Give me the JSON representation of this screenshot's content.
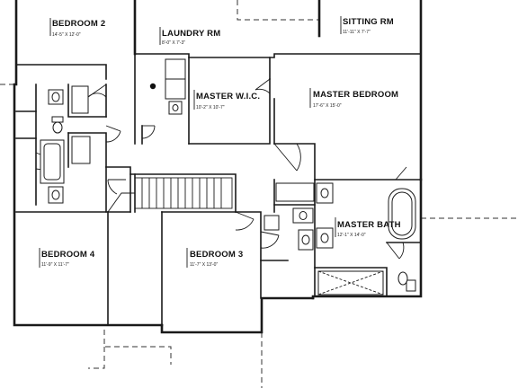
{
  "rooms": [
    {
      "id": "bedroom-2",
      "name": "BEDROOM 2",
      "dims": "14'-5\" X 12'-0\""
    },
    {
      "id": "laundry-rm",
      "name": "LAUNDRY RM",
      "dims": "8'-0\" X 7'-3\""
    },
    {
      "id": "sitting-rm",
      "name": "SITTING RM",
      "dims": "11'-11\" X 7'-7\""
    },
    {
      "id": "master-wic",
      "name": "MASTER W.I.C.",
      "dims": "10'-2\" X 10'-7\""
    },
    {
      "id": "master-bedroom",
      "name": "MASTER BEDROOM",
      "dims": "17'-6\" X 15'-0\""
    },
    {
      "id": "master-bath",
      "name": "MASTER BATH",
      "dims": "12'-1\" X 14'-0\""
    },
    {
      "id": "bedroom-4",
      "name": "BEDROOM 4",
      "dims": "11'-9\" X 11'-7\""
    },
    {
      "id": "bedroom-3",
      "name": "BEDROOM 3",
      "dims": "11'-7\" X 13'-0\""
    }
  ]
}
